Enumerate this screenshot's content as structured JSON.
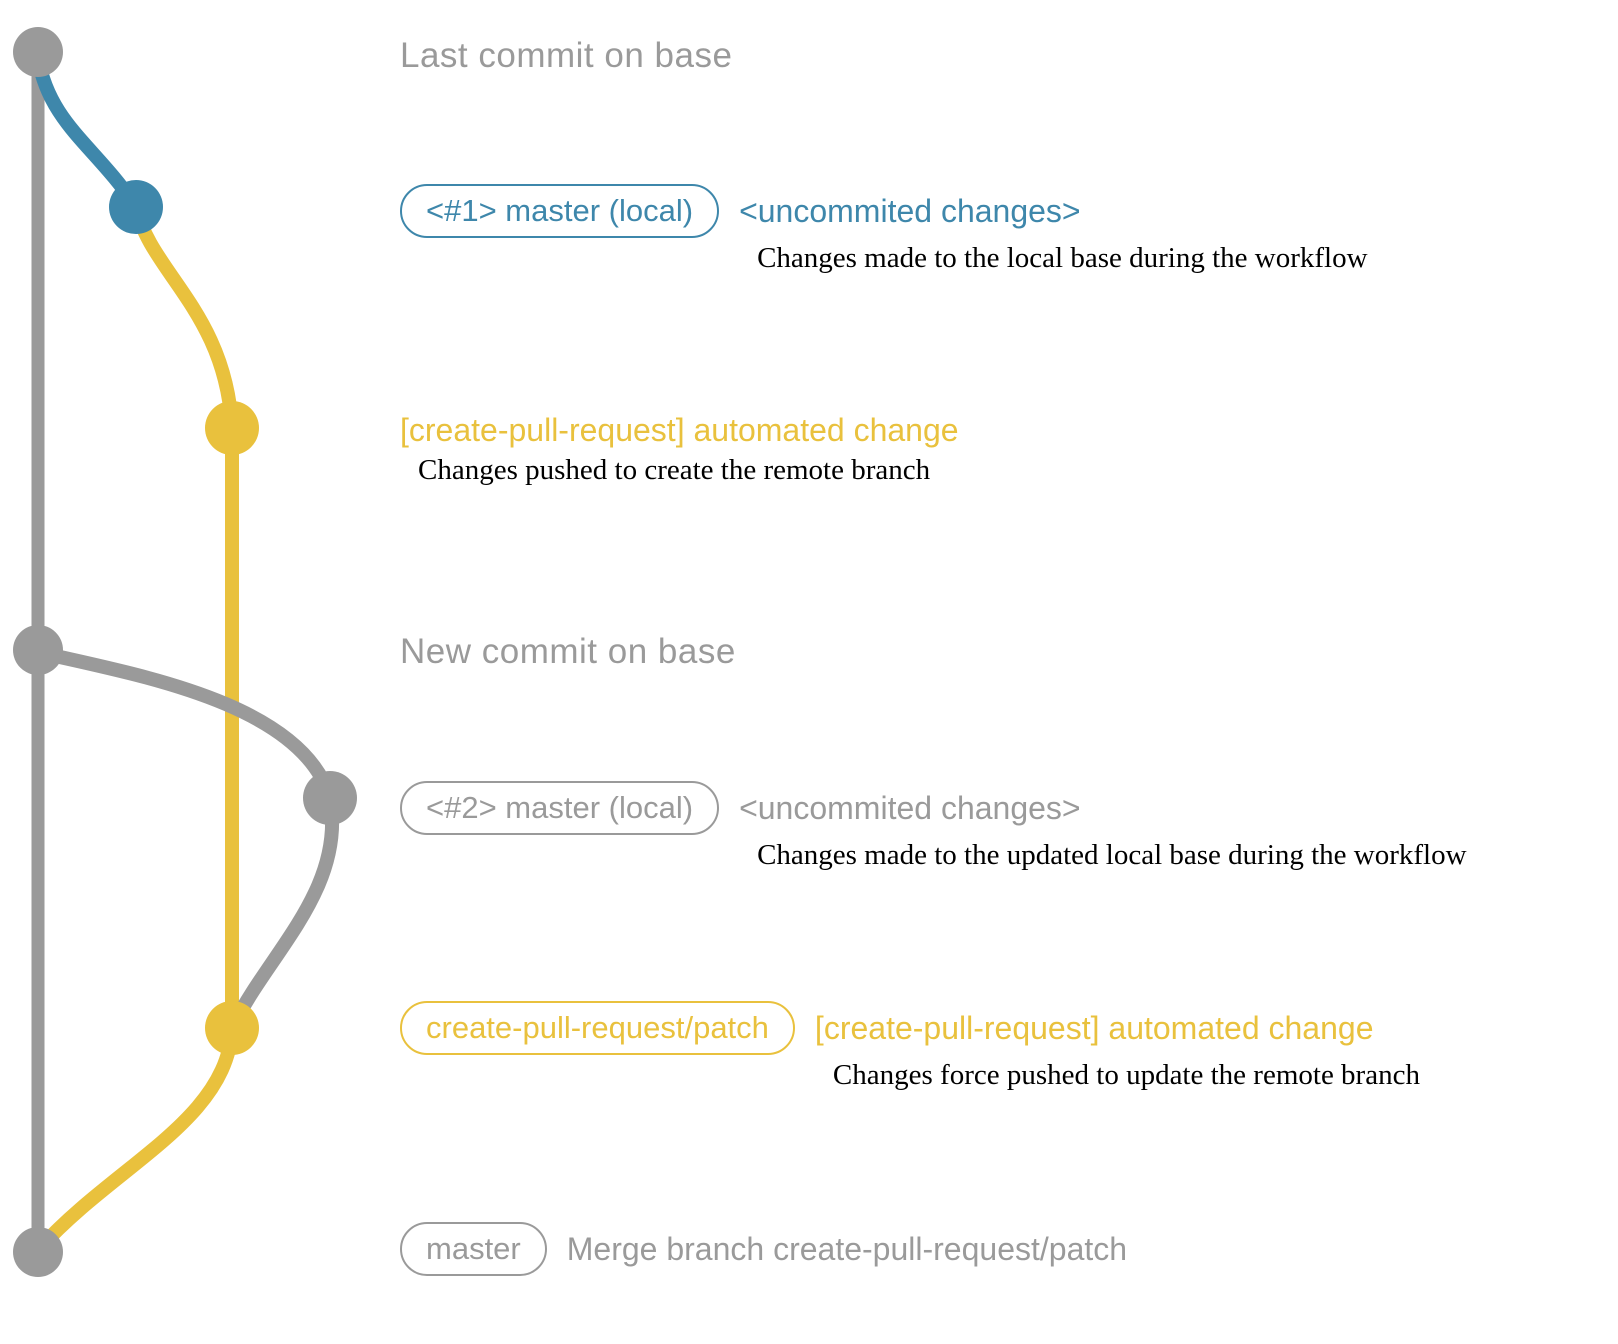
{
  "colors": {
    "gray": "#9a9a9a",
    "blue": "#3e87ab",
    "yellow": "#e9c13d",
    "description_text": "#000000",
    "background": "#ffffff"
  },
  "graph": {
    "type": "git-branch-diagram",
    "branches": [
      {
        "name": "base",
        "color": "#9a9a9a"
      },
      {
        "name": "local-master-first",
        "color": "#3e87ab"
      },
      {
        "name": "create-pull-request-patch",
        "color": "#e9c13d"
      },
      {
        "name": "local-master-second",
        "color": "#9a9a9a"
      }
    ],
    "commits": [
      {
        "name": "last-commit-on-base",
        "branch": "base",
        "color": "#9a9a9a"
      },
      {
        "name": "uncommited-changes-1",
        "branch": "local-master-first",
        "color": "#3e87ab"
      },
      {
        "name": "automated-change-1",
        "branch": "create-pull-request-patch",
        "color": "#e9c13d"
      },
      {
        "name": "new-commit-on-base",
        "branch": "base",
        "color": "#9a9a9a"
      },
      {
        "name": "uncommited-changes-2",
        "branch": "local-master-second",
        "color": "#9a9a9a"
      },
      {
        "name": "automated-change-2",
        "branch": "create-pull-request-patch",
        "color": "#e9c13d"
      },
      {
        "name": "merge-commit",
        "branch": "base",
        "color": "#9a9a9a"
      }
    ]
  },
  "rows": [
    {
      "type": "heading",
      "label": "Last commit on base"
    },
    {
      "type": "badge-row",
      "badge": "<#1> master (local)",
      "title": "<uncommited changes>",
      "desc": "Changes made to the local base during the workflow"
    },
    {
      "type": "title-row",
      "title": "[create-pull-request] automated change",
      "desc": "Changes pushed to create the remote branch"
    },
    {
      "type": "heading",
      "label": "New commit on base"
    },
    {
      "type": "badge-row",
      "badge": "<#2> master (local)",
      "title": "<uncommited changes>",
      "desc": "Changes made to the updated local base during the workflow"
    },
    {
      "type": "badge-row",
      "badge": "create-pull-request/patch",
      "title": "[create-pull-request] automated change",
      "desc": "Changes force pushed to update the remote branch"
    },
    {
      "type": "badge-row",
      "badge": "master",
      "title": "Merge branch create-pull-request/patch",
      "desc": ""
    }
  ]
}
